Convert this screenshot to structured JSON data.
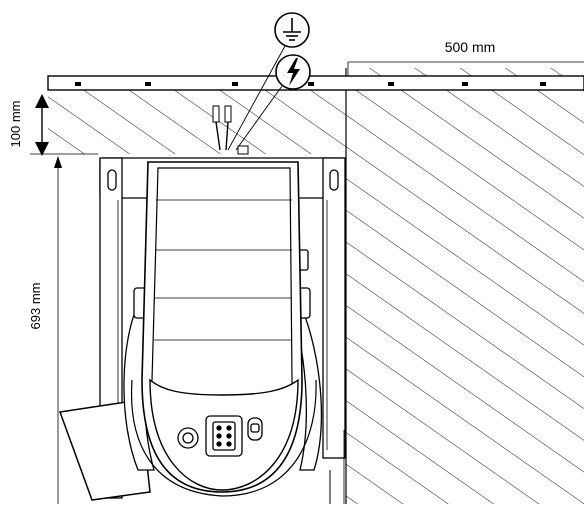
{
  "dimensions": {
    "top_width": "500 mm",
    "clearance": "100 mm",
    "depth": "693 mm"
  },
  "icons": {
    "ground": "ground-earth-icon",
    "power": "high-voltage-icon"
  },
  "colors": {
    "line": "#000000",
    "body_fill": "#ffffff",
    "panel_fill": "#ffffff"
  }
}
